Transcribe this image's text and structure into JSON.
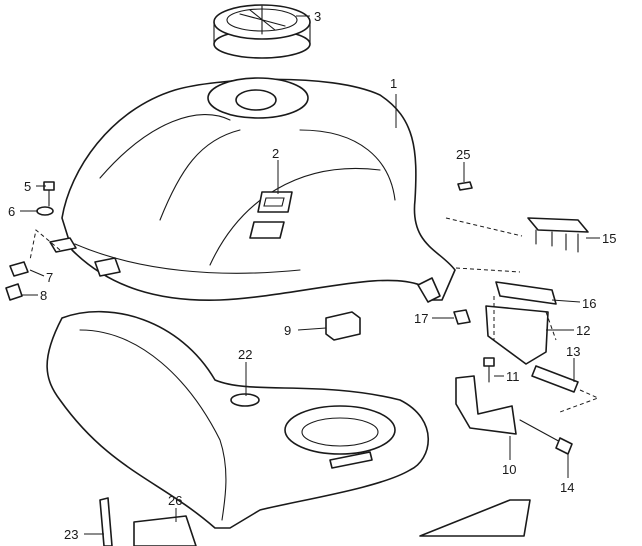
{
  "diagram": {
    "callouts": [
      "1",
      "2",
      "3",
      "5",
      "6",
      "7",
      "8",
      "9",
      "10",
      "11",
      "12",
      "13",
      "14",
      "15",
      "16",
      "17",
      "22",
      "23",
      "25",
      "26"
    ],
    "colors": {
      "line": "#1a1a1a",
      "background": "#ffffff"
    }
  }
}
